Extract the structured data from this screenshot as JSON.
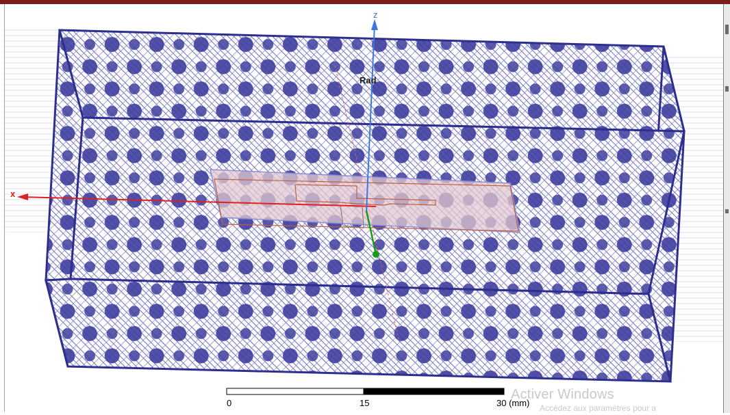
{
  "viewport": {
    "axes": {
      "x_label": "x",
      "z_label": "z"
    },
    "boundary_label": "Rad",
    "scale_bar": {
      "tick_labels": [
        "0",
        "15",
        "30 (mm)"
      ]
    }
  },
  "watermark": {
    "title": "Activer Windows",
    "subtitle": "Accédez aux paramètres pour a"
  },
  "colors": {
    "box_edge": "#2e2e8f",
    "mesh": "#5a5ab8",
    "x_axis": "#e02020",
    "z_axis": "#3a78e0",
    "y_axis": "#1a9a1a",
    "substrate_outline": "#c06040"
  }
}
